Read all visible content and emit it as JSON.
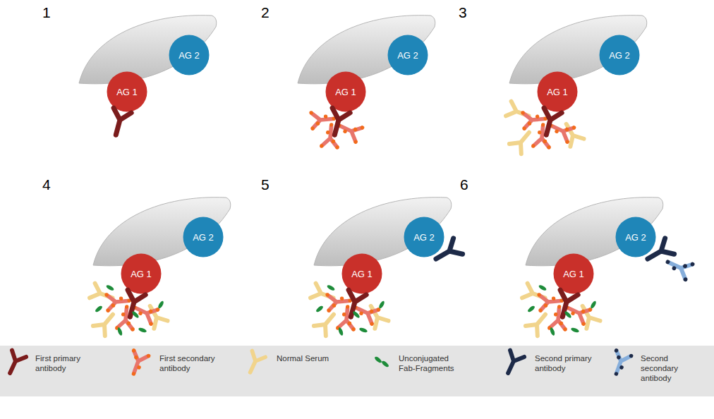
{
  "diagram": {
    "nodes": [
      {
        "text": [
          "AG 1"
        ]
      },
      {
        "text": [
          "AG 2"
        ]
      },
      {
        "text": [
          "AG 1"
        ]
      },
      {
        "text": [
          "AG 2"
        ]
      },
      {
        "text": [
          "AG 1"
        ]
      },
      {
        "text": [
          "AG 2"
        ]
      },
      {
        "text": [
          "AG 1"
        ]
      },
      {
        "text": [
          "AG 2"
        ]
      },
      {
        "text": [
          "AG 1"
        ]
      },
      {
        "text": [
          "AG 2"
        ]
      },
      {
        "text": [
          "AG 1"
        ]
      },
      {
        "text": [
          "AG 2"
        ]
      }
    ],
    "edges": [],
    "labels": [
      "1",
      "2",
      "3",
      "4",
      "5",
      "6"
    ],
    "legend": [
      {
        "text": "First primary antibody"
      },
      {
        "text": "First secondary antibody"
      },
      {
        "text": "Normal Serum"
      },
      {
        "text": "Unconjugated Fab-Fragments"
      },
      {
        "text": "Second primary antibody"
      },
      {
        "text": "Second secondary antibody"
      }
    ]
  }
}
